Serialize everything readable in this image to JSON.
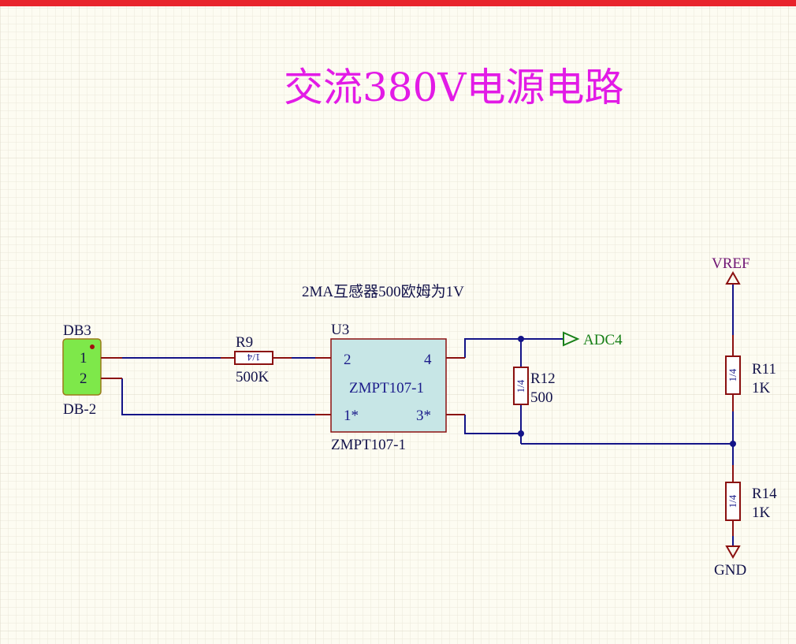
{
  "title": "交流380V电源电路",
  "note": "2MA互感器500欧姆为1V",
  "connector": {
    "ref": "DB3",
    "value": "DB-2",
    "pin1": "1",
    "pin2": "2"
  },
  "r9": {
    "ref": "R9",
    "value": "500K",
    "marking": "1/4"
  },
  "u3": {
    "ref": "U3",
    "part": "ZMPT107-1",
    "value": "ZMPT107-1",
    "pin2": "2",
    "pin4": "4",
    "pin1": "1*",
    "pin3": "3*"
  },
  "r12": {
    "ref": "R12",
    "value": "500",
    "marking": "1/4"
  },
  "r11": {
    "ref": "R11",
    "value": "1K",
    "marking": "1/4"
  },
  "r14": {
    "ref": "R14",
    "value": "1K",
    "marking": "1/4"
  },
  "nets": {
    "adc": "ADC4",
    "vref": "VREF",
    "gnd": "GND"
  },
  "colors": {
    "title": "#e21be6",
    "wire": "#141488",
    "pin": "#8b1010",
    "component_fill": "#c7e6e6",
    "connector_fill": "#7ee84a",
    "net_label": "#188018",
    "power_label": "#6f1473"
  }
}
